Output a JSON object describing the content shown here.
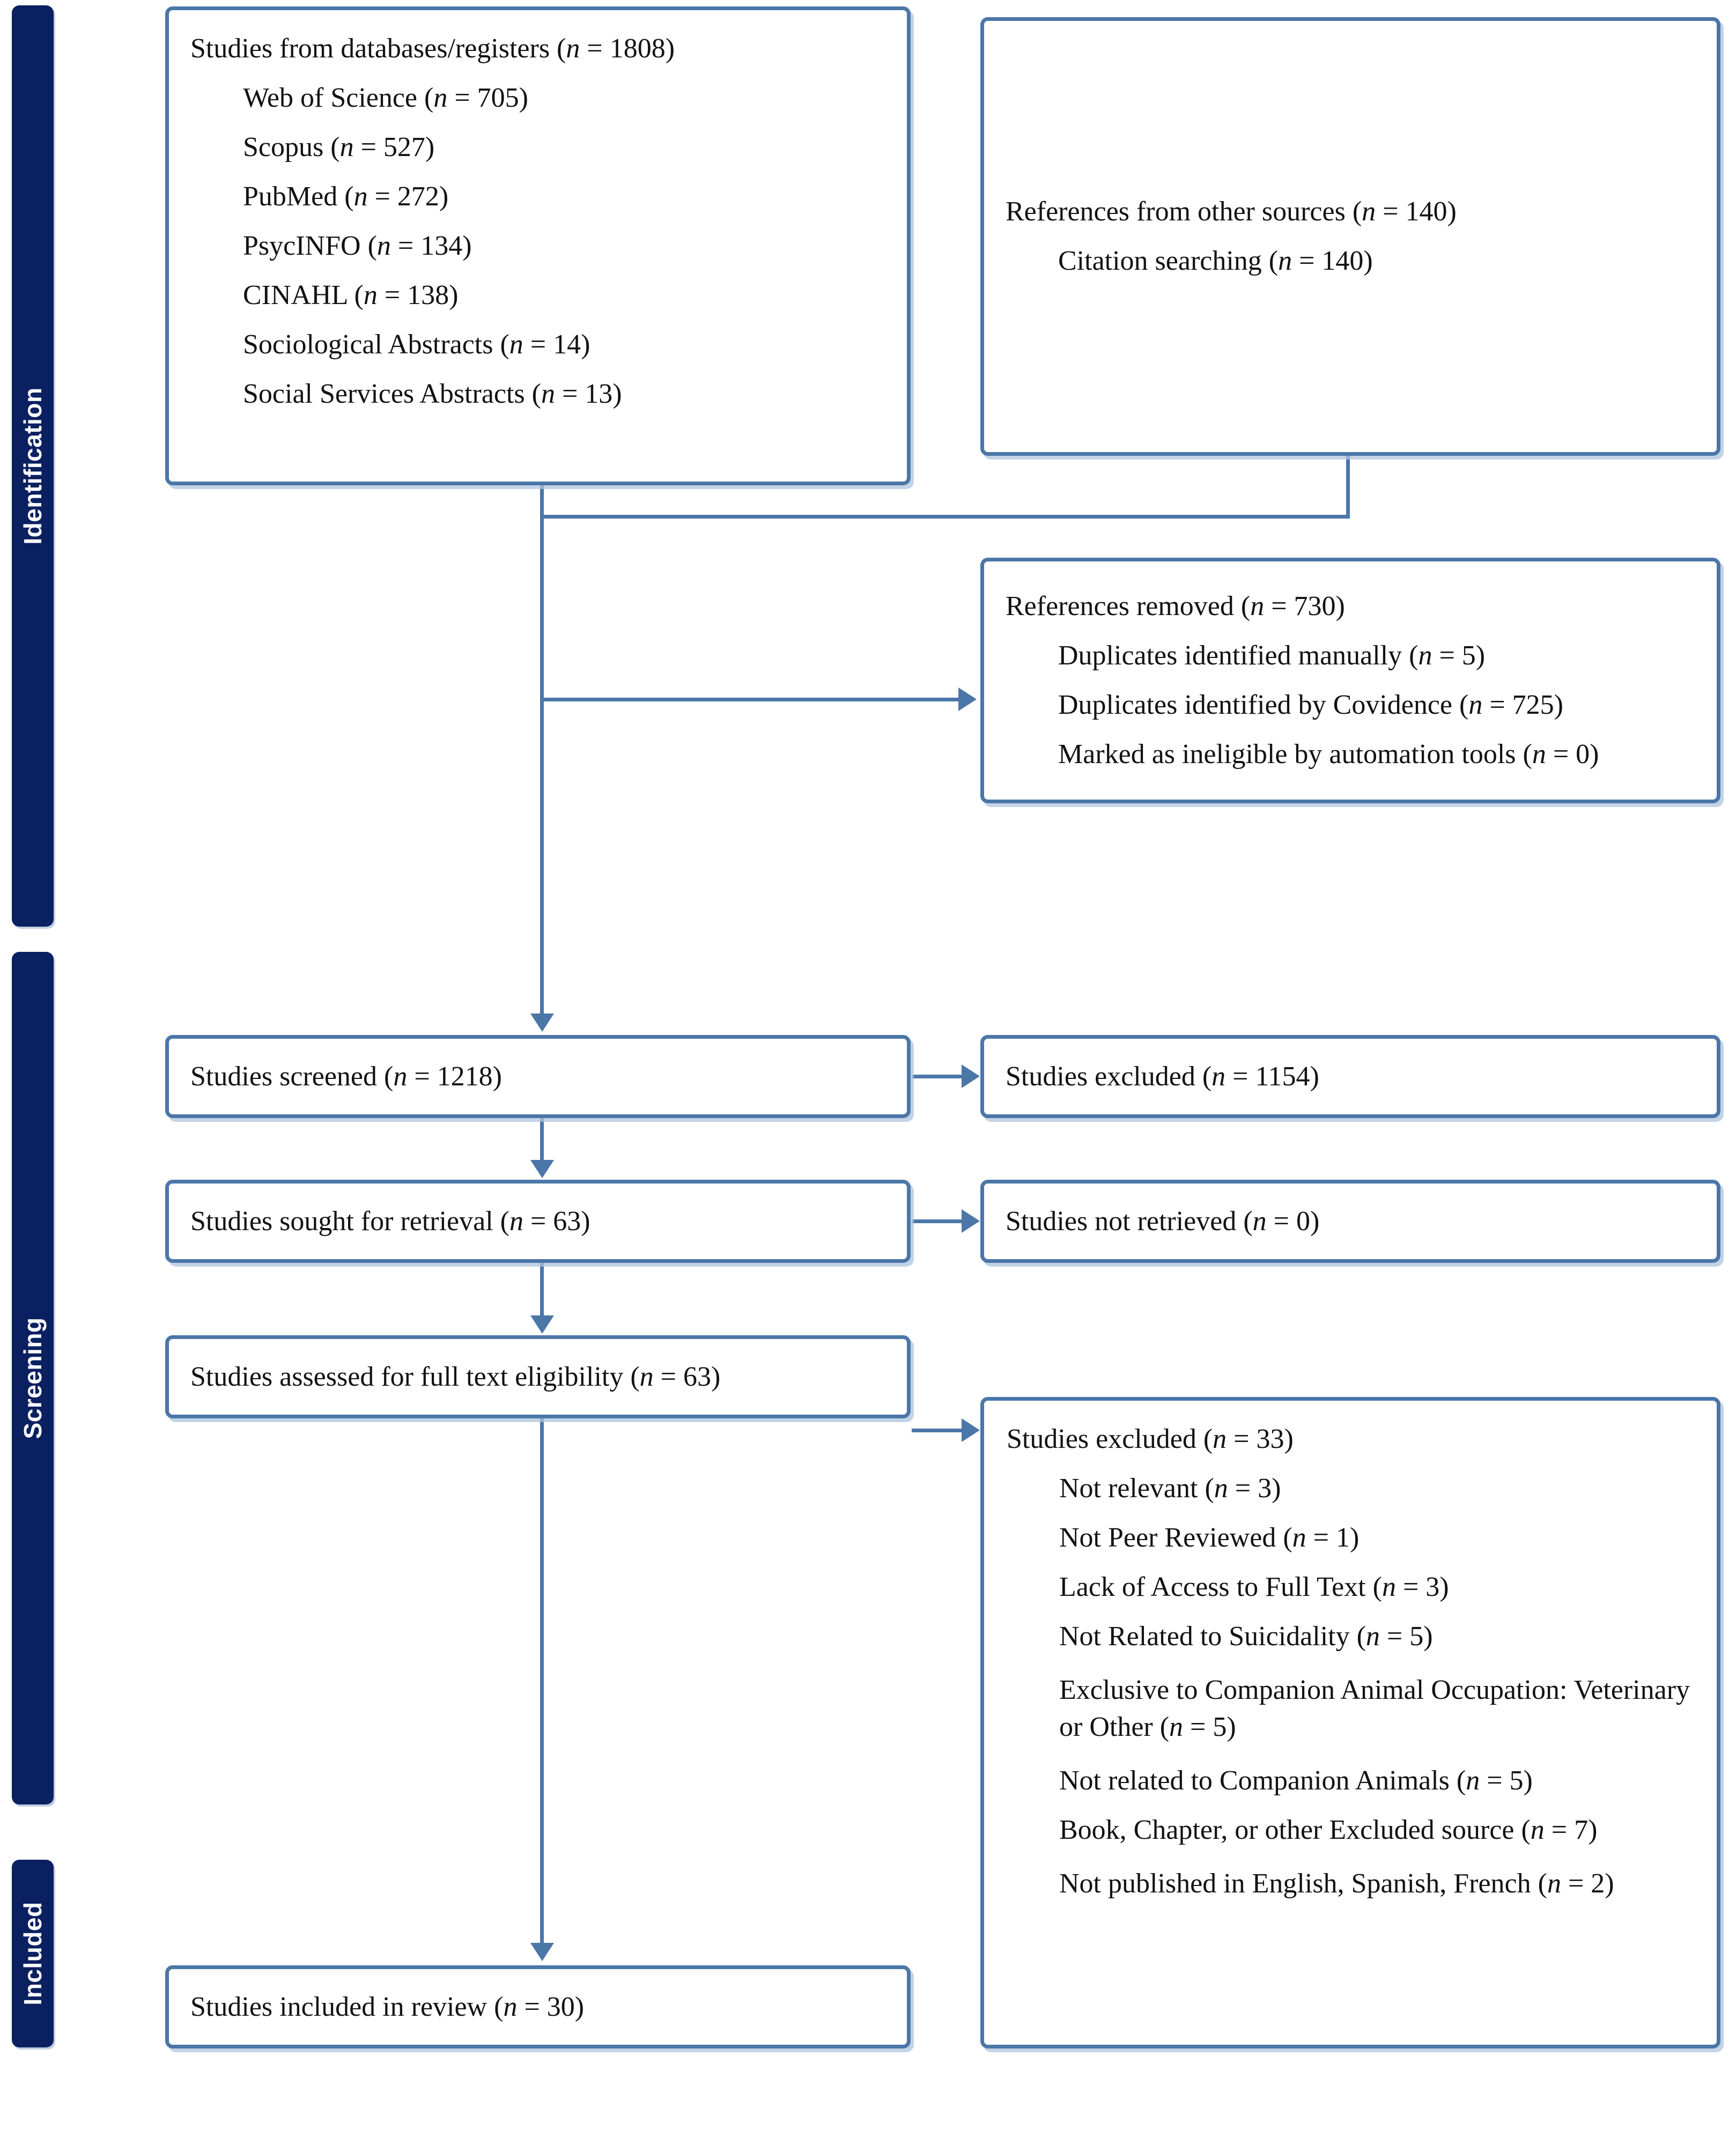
{
  "diagram": {
    "type": "prisma-flow-diagram",
    "colors": {
      "phase_bar": "#0A2060",
      "box_border": "#4B76A8",
      "connector": "#4B76A8",
      "box_shadow": "#AFC4DE",
      "text": "#121212",
      "phase_label_text": "#FFFFFF"
    },
    "phases": [
      {
        "id": "identification",
        "label": "Identification"
      },
      {
        "id": "screening",
        "label": "Screening"
      },
      {
        "id": "included",
        "label": "Included"
      }
    ],
    "boxes": {
      "databases": {
        "title": "Studies from databases/registers (n = 1808)",
        "items": [
          "Web of Science (n = 705)",
          "Scopus (n = 527)",
          "PubMed (n = 272)",
          "PsycINFO (n = 134)",
          "CINAHL (n = 138)",
          "Sociological Abstracts (n = 14)",
          "Social Services Abstracts (n = 13)"
        ]
      },
      "other_sources": {
        "title": "References from other sources (n = 140)",
        "items": [
          "Citation searching (n = 140)"
        ]
      },
      "references_removed": {
        "title": "References removed (n = 730)",
        "items": [
          "Duplicates identified manually (n = 5)",
          "Duplicates identified by Covidence (n = 725)",
          "Marked as ineligible by automation tools (n = 0)"
        ]
      },
      "screened": {
        "title": "Studies screened (n = 1218)"
      },
      "screened_excluded": {
        "title": "Studies excluded (n = 1154)"
      },
      "sought": {
        "title": "Studies sought for retrieval (n = 63)"
      },
      "not_retrieved": {
        "title": "Studies not retrieved (n = 0)"
      },
      "assessed": {
        "title": "Studies assessed for full text eligibility (n = 63)"
      },
      "fulltext_excluded": {
        "title": "Studies excluded (n = 33)",
        "items": [
          "Not relevant (n = 3)",
          "Not Peer Reviewed (n = 1)",
          "Lack of Access to Full Text (n = 3)",
          "Not Related to Suicidality (n = 5)",
          "Exclusive to Companion Animal Occupation: Veterinary or Other (n = 5)",
          "Not related to Companion Animals (n = 5)",
          "Book, Chapter, or other Excluded source (n = 7)",
          "Not published in English, Spanish, French (n = 2)"
        ]
      },
      "included": {
        "title": "Studies included in review (n = 30)"
      }
    }
  }
}
